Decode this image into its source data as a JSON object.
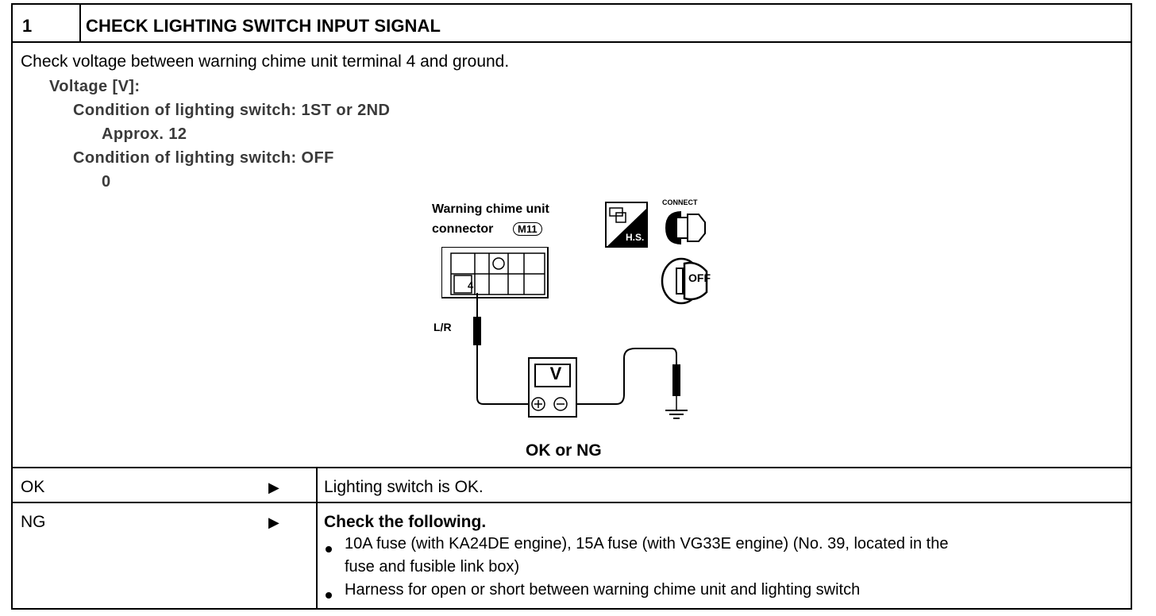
{
  "step": {
    "number": "1",
    "title": "CHECK LIGHTING SWITCH INPUT SIGNAL"
  },
  "check": {
    "instruction": "Check voltage between warning chime unit terminal 4 and ground.",
    "voltage_label": "Voltage [V]:",
    "cond1_label": "Condition of lighting switch: 1ST or 2ND",
    "cond1_value": "Approx. 12",
    "cond2_label": "Condition of lighting switch: OFF",
    "cond2_value": "0"
  },
  "diagram": {
    "connector_label_line1": "Warning chime unit",
    "connector_label_line2": "connector",
    "connector_id": "M11",
    "terminal_number": "4",
    "wire_color": "L/R",
    "meter_symbol": "V",
    "hs_icon_text": "H.S.",
    "connect_icon_text": "CONNECT",
    "key_icon_text": "OFF"
  },
  "result_prompt": "OK or NG",
  "results": [
    {
      "status": "OK",
      "action_title": "Lighting switch is OK.",
      "bullets": []
    },
    {
      "status": "NG",
      "action_title": "Check the following.",
      "bullets": [
        "10A fuse (with KA24DE engine), 15A fuse (with VG33E engine) (No. 39, located in the",
        "fuse and fusible link box)",
        "Harness for open or short between warning chime unit and lighting switch"
      ]
    }
  ],
  "arrow_glyph": "▶"
}
